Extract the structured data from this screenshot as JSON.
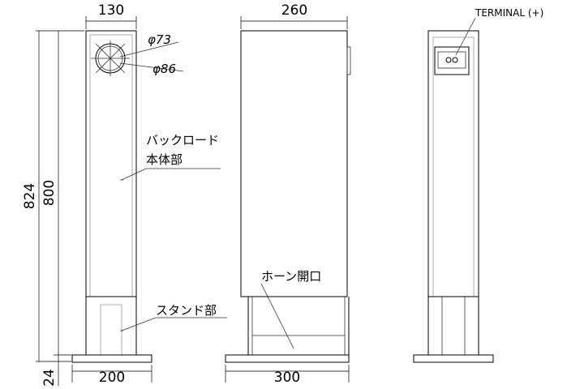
{
  "front_view": {
    "top_width": "130",
    "base_width": "200",
    "phi_inner": "φ73",
    "phi_outer": "φ86",
    "height_body": "800",
    "height_total": "824",
    "height_base": "24",
    "label_body": "バックロード\n本体部",
    "label_body_line1": "バックロード",
    "label_body_line2": "本体部",
    "label_stand": "スタンド部"
  },
  "side_view": {
    "top_width": "260",
    "base_width": "300",
    "label_horn": "ホーン開口"
  },
  "rear_view": {
    "terminal_label": "TERMINAL (+)"
  }
}
